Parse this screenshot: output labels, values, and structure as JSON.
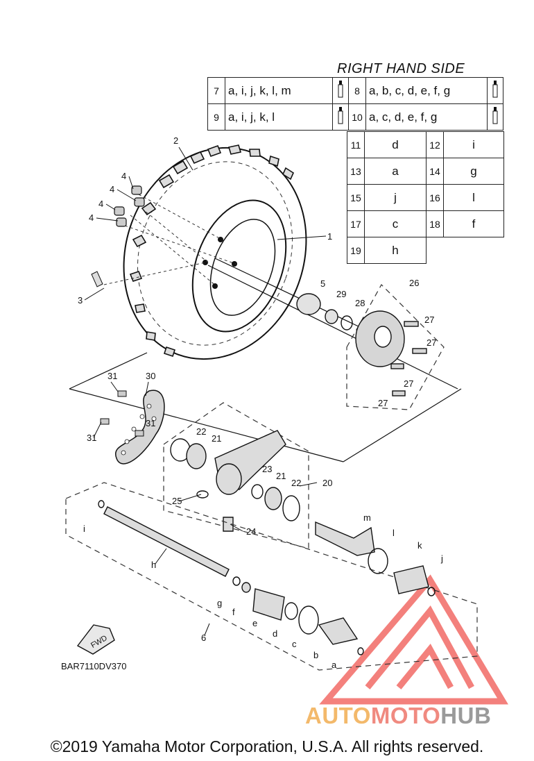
{
  "header": {
    "side_title": "RIGHT HAND SIDE"
  },
  "legend": {
    "top_rows": [
      [
        {
          "num": "7",
          "codes": "a, i, j, k, l, m"
        },
        {
          "num": "8",
          "codes": "a, b, c, d, e, f, g"
        }
      ],
      [
        {
          "num": "9",
          "codes": "a, i, j, k, l"
        },
        {
          "num": "10",
          "codes": "a, c, d, e, f, g"
        }
      ]
    ],
    "grid_rows": [
      [
        {
          "num": "11",
          "val": "d"
        },
        {
          "num": "12",
          "val": "i"
        }
      ],
      [
        {
          "num": "13",
          "val": "a"
        },
        {
          "num": "14",
          "val": "g"
        }
      ],
      [
        {
          "num": "15",
          "val": "j"
        },
        {
          "num": "16",
          "val": "l"
        }
      ],
      [
        {
          "num": "17",
          "val": "c"
        },
        {
          "num": "18",
          "val": "f"
        }
      ],
      [
        {
          "num": "19",
          "val": "h"
        }
      ]
    ]
  },
  "callouts": {
    "c1": "1",
    "c2": "2",
    "c3": "3",
    "c4a": "4",
    "c4b": "4",
    "c4c": "4",
    "c4d": "4",
    "c5": "5",
    "c29": "29",
    "c28": "28",
    "c26": "26",
    "c27a": "27",
    "c27b": "27",
    "c27c": "27",
    "c27d": "27",
    "c31a": "31",
    "c30": "30",
    "c31b": "31",
    "c31c": "31",
    "c22a": "22",
    "c21a": "21",
    "c23": "23",
    "c21b": "21",
    "c22b": "22",
    "c20": "20",
    "c25": "25",
    "c24": "24",
    "ci": "i",
    "ch": "h",
    "cm": "m",
    "cl": "l",
    "ck": "k",
    "cj": "j",
    "cg": "g",
    "cf": "f",
    "ce": "e",
    "cd": "d",
    "cc": "c",
    "cb": "b",
    "ca": "a",
    "c6": "6"
  },
  "fwd_label": "FWD",
  "diagram_code": "BAR7110DV370",
  "watermark": {
    "part1": "AUTO",
    "part2": "MOTO",
    "part3": "HUB"
  },
  "copyright": "©2019 Yamaha Motor Corporation, U.S.A. All rights reserved."
}
